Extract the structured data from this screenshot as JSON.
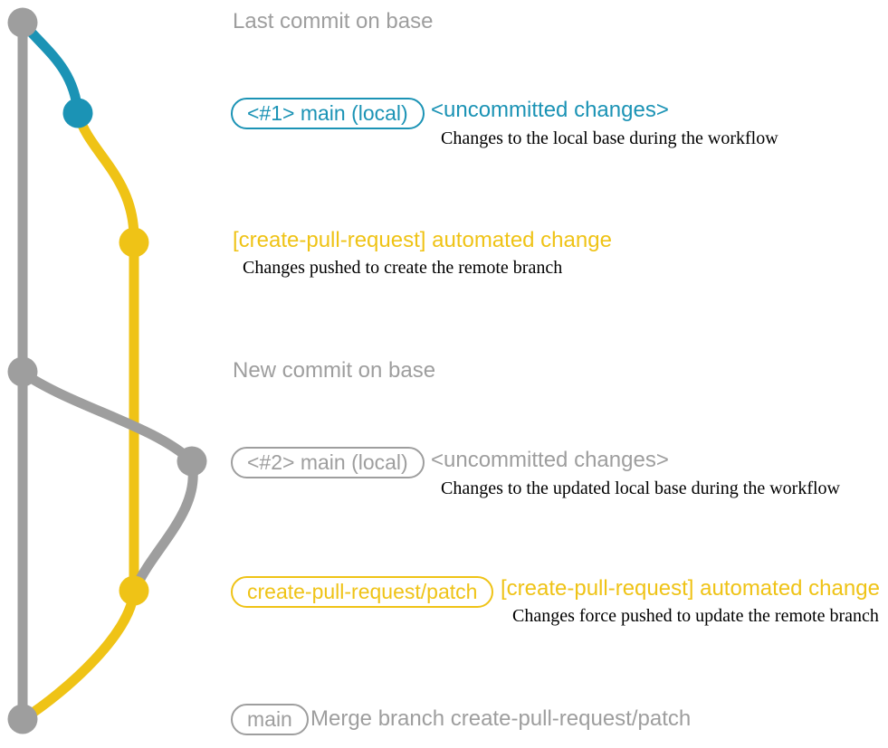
{
  "colors": {
    "gray": "#9e9e9e",
    "teal": "#1b93b5",
    "yellow": "#efc316",
    "ink": "#000000"
  },
  "graph": {
    "base_branch_color": "gray",
    "local_changes_color": "teal",
    "patch_branch_color": "yellow",
    "commit_dot_sequence": [
      "gray",
      "teal",
      "yellow",
      "gray",
      "gray",
      "yellow",
      "gray"
    ]
  },
  "annotations": {
    "top_note": "Last commit on base",
    "mid_note": "New commit on base",
    "row1": {
      "badge": "<#1> main (local)",
      "label": "<uncommitted changes>",
      "desc": "Changes to the local base during the workflow"
    },
    "row2": {
      "label": "[create-pull-request] automated change",
      "desc": "Changes pushed to create the remote branch"
    },
    "row3": {
      "badge": "<#2> main (local)",
      "label": "<uncommitted changes>",
      "desc": "Changes to the updated local base during the workflow"
    },
    "row4": {
      "badge": "create-pull-request/patch",
      "label": "[create-pull-request] automated change",
      "desc": "Changes force pushed to update the remote branch"
    },
    "row5": {
      "badge": "main",
      "label": "Merge branch create-pull-request/patch"
    }
  }
}
